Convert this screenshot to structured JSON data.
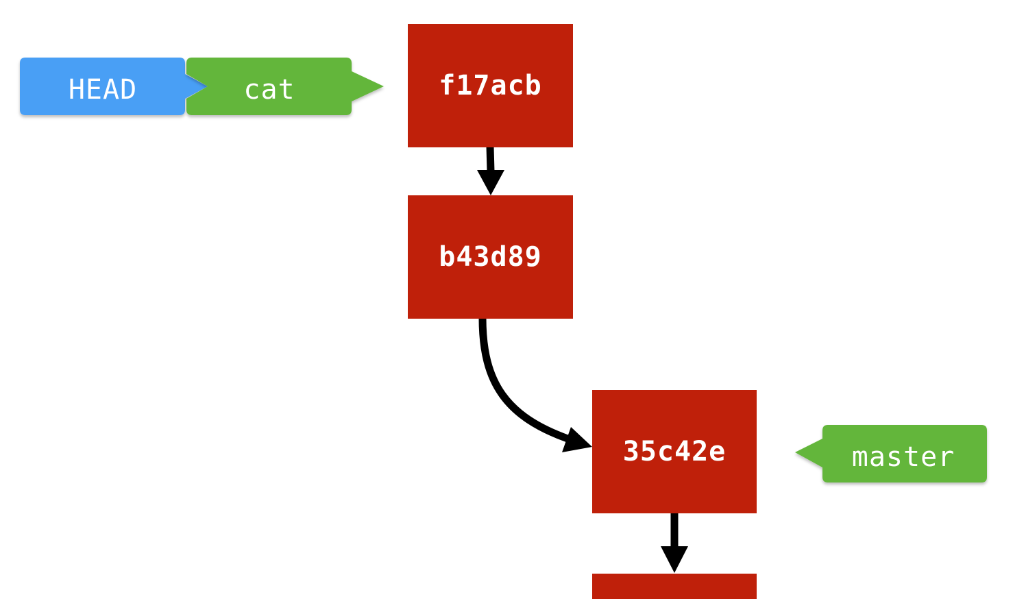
{
  "commits": {
    "c1": "f17acb",
    "c2": "b43d89",
    "c3": "35c42e",
    "c4": ""
  },
  "refs": {
    "head": "HEAD",
    "cat": "cat",
    "master": "master"
  },
  "colors": {
    "commit": "#bf200a",
    "head": "#4a9ff5",
    "branch": "#63b63a",
    "arrow": "#000000"
  }
}
